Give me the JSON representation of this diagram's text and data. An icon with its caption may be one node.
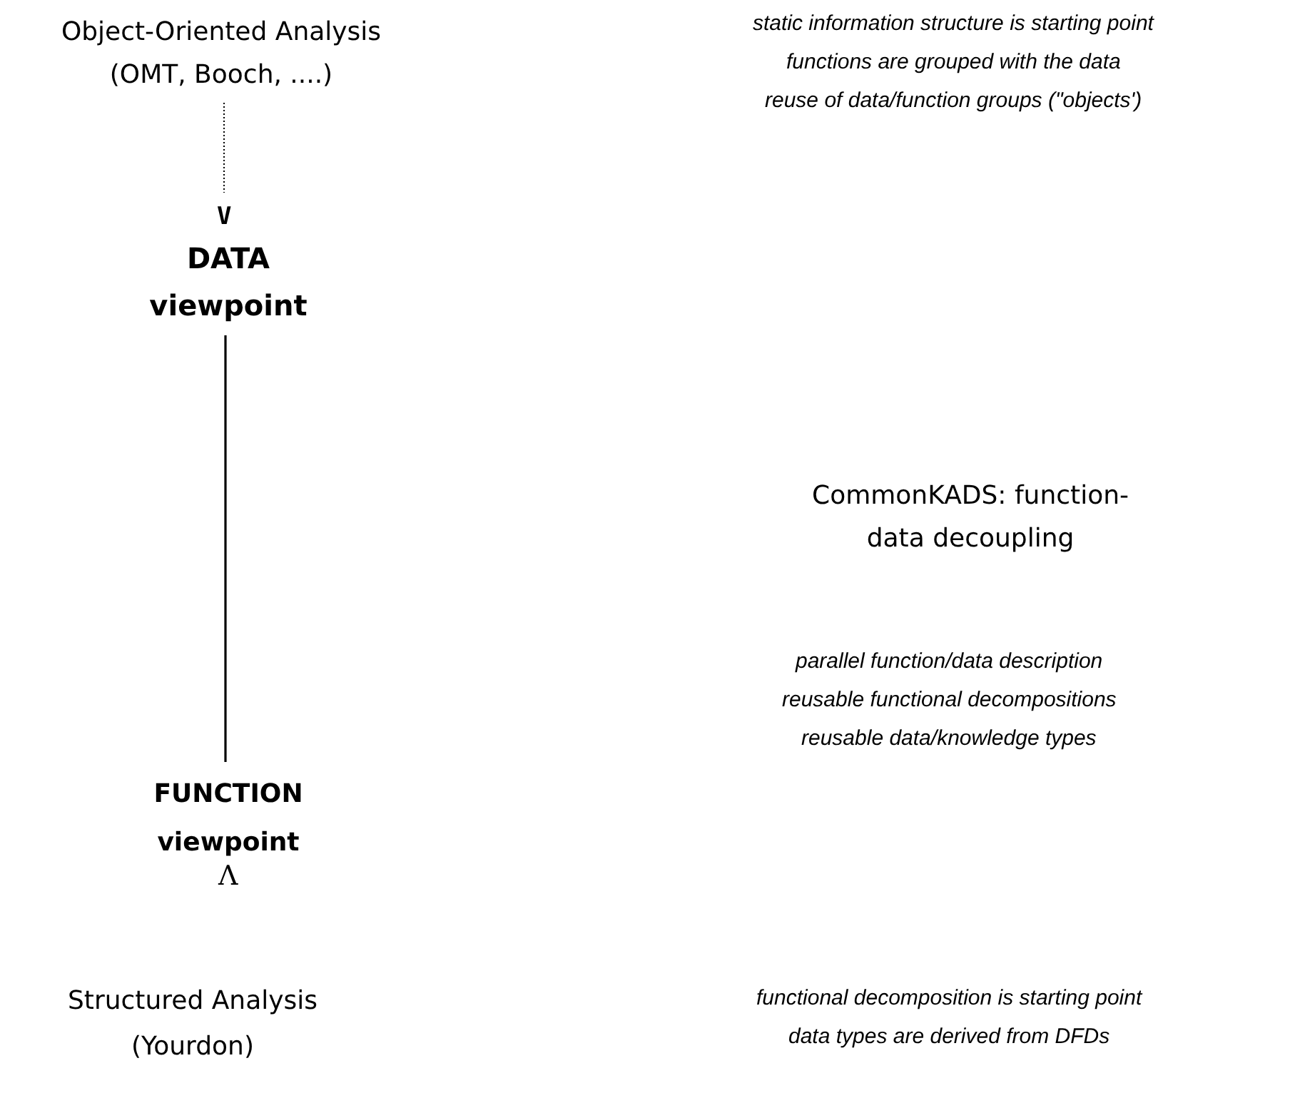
{
  "diagram": {
    "nodes": [
      {
        "text": [
          "Object-Oriented Analysis (OMT, Booch, ....)"
        ]
      },
      {
        "text": [
          "DATA viewpoint"
        ]
      },
      {
        "text": [
          "FUNCTION viewpoint"
        ]
      },
      {
        "text": [
          "Structured Analysis (Yourdon)"
        ]
      }
    ],
    "edges": [
      {
        "from": 0,
        "to": 1,
        "arrow": "none",
        "style": "dashed"
      },
      {
        "from": 1,
        "to": 2,
        "arrow": "none"
      }
    ],
    "labels": [
      "static information structure is starting point",
      "functions are grouped with the data",
      "reuse of data/function groups (\"objects')",
      "V",
      "CommonKADS: function-data decoupling",
      "parallel function/data description",
      "reusable functional decompositions",
      "reusable data/knowledge types",
      "Λ",
      "functional decomposition is starting point",
      "data types are derived from DFDs"
    ]
  }
}
